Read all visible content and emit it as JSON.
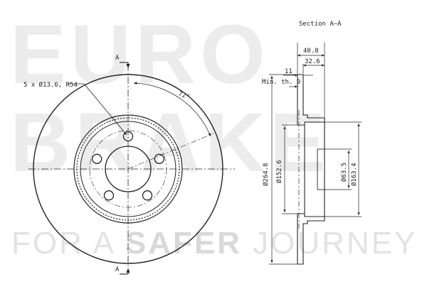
{
  "watermark": {
    "line1": "EURO",
    "line2": "BRAKE",
    "tagline_pre": "FOR A ",
    "tagline_bold": "SAFER",
    "tagline_post": " JOURNEY"
  },
  "section_title": "Section A–A",
  "section_marks": {
    "top": "A",
    "bottom": "A"
  },
  "front_view": {
    "holes_label": "5 x Ø13.6, R54",
    "angle_label": "72°"
  },
  "dimensions": {
    "overall_thickness": "40.8",
    "hat_depth": "32.6",
    "disc_thickness": "11",
    "min_thickness": "Min. th. 9",
    "outer_diameter": "Ø264.8",
    "hat_diameter": "Ø152.6",
    "center_bore": "Ø63.5",
    "inner_diameter": "Ø163.4"
  },
  "colors": {
    "line": "#222222",
    "watermark": "#ececec"
  }
}
